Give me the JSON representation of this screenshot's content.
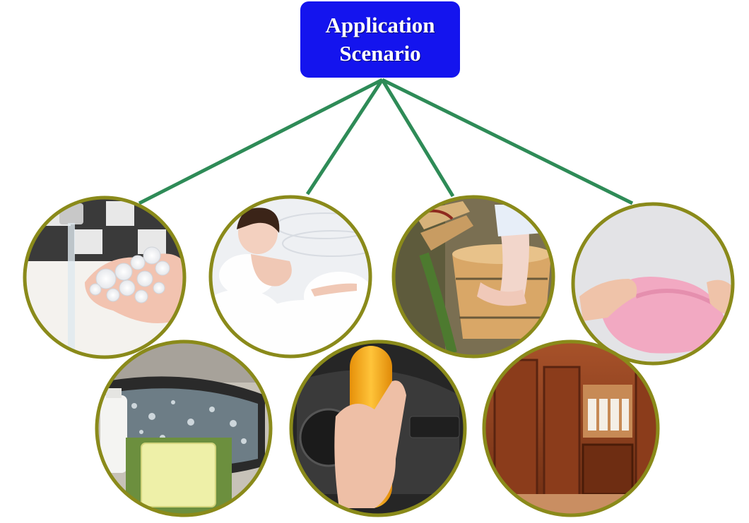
{
  "title": {
    "line1": "Application",
    "line2": "Scenario",
    "box_color": "#1414ee",
    "text_color": "#ffffff"
  },
  "connector_color": "#2e8b57",
  "circle_border_color": "#8a8a1a",
  "scenarios": [
    {
      "name": "washing-hands-photo",
      "depicts": "hands lathering with soap under a running tap"
    },
    {
      "name": "bubble-bath-photo",
      "depicts": "woman relaxing in a foamy bubble bath"
    },
    {
      "name": "foot-soak-photo",
      "depicts": "feet soaking in a wooden tub beside wooden sandals"
    },
    {
      "name": "pink-slipper-photo",
      "depicts": "hands holding a fluffy pink slipper"
    },
    {
      "name": "car-mirror-soap-photo",
      "depicts": "car side mirror with water droplets, a white bottle and a bar of yellow soap"
    },
    {
      "name": "car-dashboard-soap-photo",
      "depicts": "hand holding an orange soap bar in front of a car dashboard"
    },
    {
      "name": "wardrobe-photo",
      "depicts": "wooden walk-in wardrobe with hanging clothes"
    }
  ]
}
